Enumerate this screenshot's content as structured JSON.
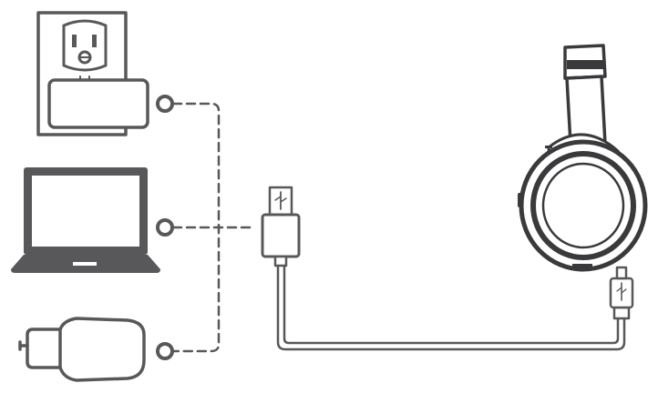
{
  "diagram": {
    "kind": "charging-setup-illustration",
    "sources": [
      {
        "id": "wall-outlet-adapter",
        "icon": "wall-outlet-with-usb-adapter-icon"
      },
      {
        "id": "laptop",
        "icon": "laptop-icon"
      },
      {
        "id": "car-charger",
        "icon": "car-charger-icon"
      }
    ],
    "cable": {
      "ends": [
        "usb-a-plug",
        "micro-usb-plug"
      ],
      "connects": "power-source-to-headphones"
    },
    "device": {
      "id": "headphones",
      "icon": "headphones-icon"
    },
    "colors": {
      "line": "#58585a",
      "fill": "#ffffff",
      "dark": "#3a3a3c"
    },
    "connection_style": "dashed"
  }
}
